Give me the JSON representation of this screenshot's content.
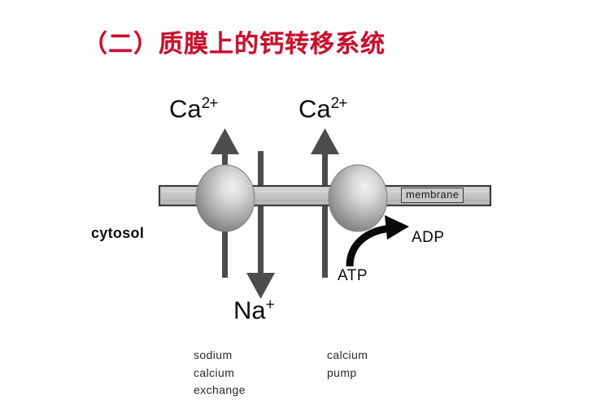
{
  "slide": {
    "title": "（二）质膜上的钙转移系统",
    "background_color": "#fefefe",
    "title_color": "#c8102e"
  },
  "diagram": {
    "type": "cell-membrane-calcium-transport",
    "membrane": {
      "label": "membrane",
      "fill_color": "#c9c9c9",
      "stroke_color": "#3a3a3a"
    },
    "compartment_label": "cytosol",
    "transporters": [
      {
        "name": "sodium-calcium-exchanger",
        "caption_lines": [
          "sodium",
          "calcium",
          "exchange"
        ],
        "sphere_color": "#9a9a9a",
        "transported_out": "Ca2+",
        "transported_in": "Na+"
      },
      {
        "name": "calcium-pump",
        "caption_lines": [
          "calcium",
          "pump"
        ],
        "sphere_color": "#9a9a9a",
        "transported_out": "Ca2+",
        "energy_substrate": "ATP",
        "energy_product": "ADP"
      }
    ],
    "ions": {
      "calcium_left": {
        "symbol": "Ca",
        "charge": "2+"
      },
      "calcium_right": {
        "symbol": "Ca",
        "charge": "2+"
      },
      "sodium": {
        "symbol": "Na",
        "charge": "+"
      }
    },
    "energy": {
      "substrate": "ATP",
      "product": "ADP",
      "arrow_color": "#0a0a0a"
    },
    "arrows": {
      "color": "#4c4c4c",
      "calcium_left_direction": "up",
      "sodium_direction": "down",
      "calcium_right_direction": "up"
    }
  }
}
